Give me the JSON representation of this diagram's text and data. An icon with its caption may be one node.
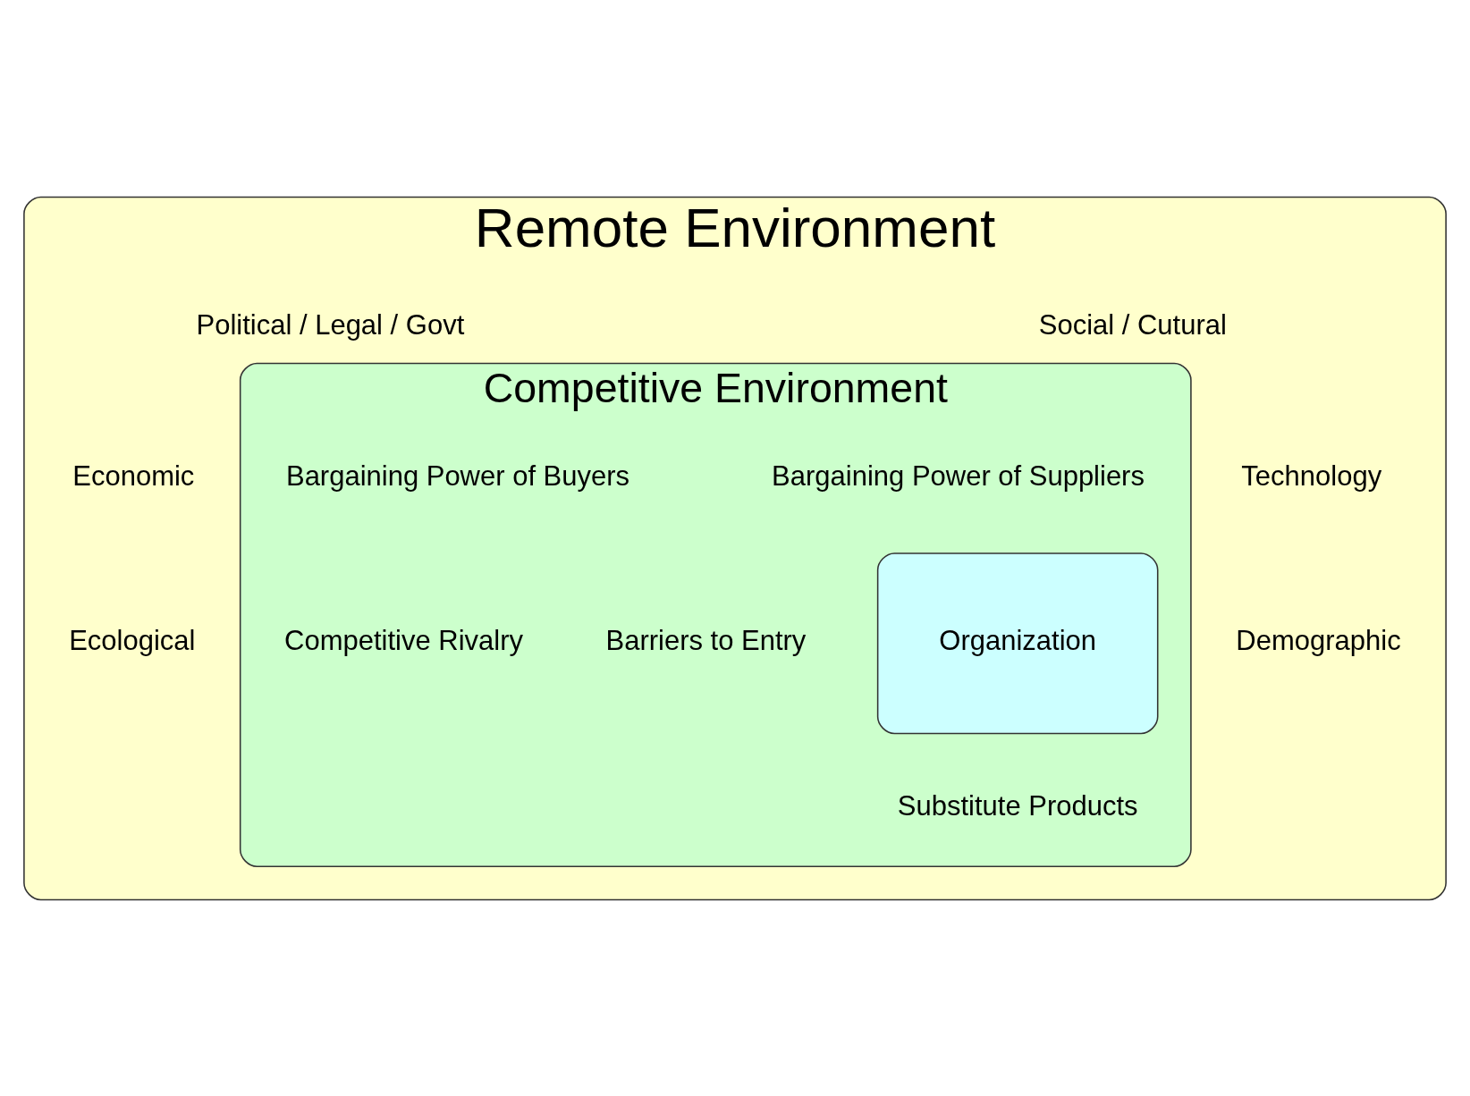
{
  "diagram": {
    "nodes": [
      {
        "text": [
          "Remote Environment"
        ]
      },
      {
        "text": [
          "Competitive Environment"
        ],
        "in": 0
      },
      {
        "text": [
          "Organization"
        ],
        "in": 1
      }
    ],
    "labels": [
      "Social / Cutural",
      "Political / Legal / Govt",
      "Technology",
      "Bargaining Power of Buyers",
      "Bargaining Power of Suppliers",
      "Economic",
      "Competitive Rivalry",
      "Barriers to Entry",
      "Substitute Products",
      "Ecological",
      "Demographic"
    ]
  }
}
